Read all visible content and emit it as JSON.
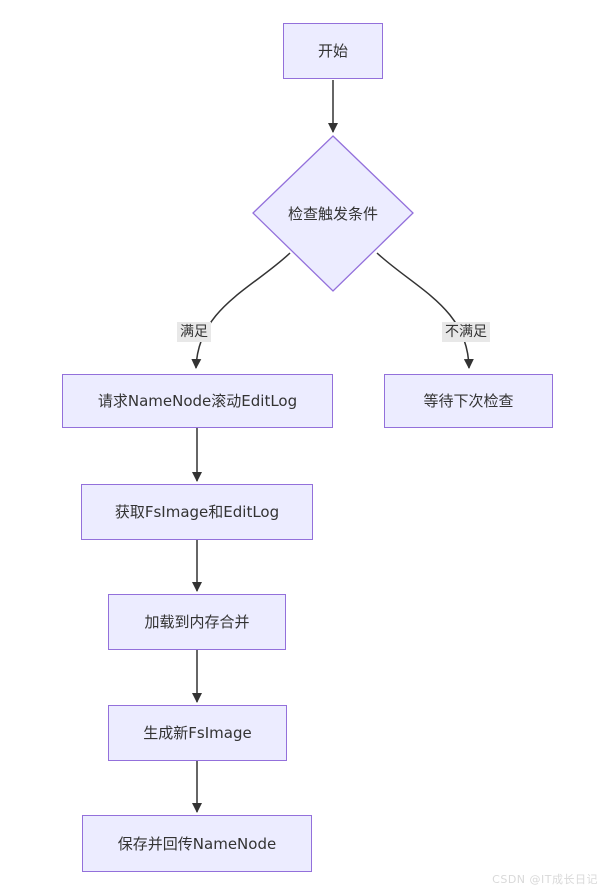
{
  "diagram": {
    "nodes": {
      "start": {
        "label": "开始"
      },
      "decision": {
        "label": "检查触发条件"
      },
      "request_editlog": {
        "label": "请求NameNode滚动EditLog"
      },
      "wait_next_check": {
        "label": "等待下次检查"
      },
      "get_fsimage": {
        "label": "获取FsImage和EditLog"
      },
      "merge_in_memory": {
        "label": "加载到内存合并"
      },
      "generate_fsimage": {
        "label": "生成新FsImage"
      },
      "save_and_return": {
        "label": "保存并回传NameNode"
      }
    },
    "edge_labels": {
      "satisfied": "满足",
      "not_satisfied": "不满足"
    },
    "colors": {
      "node_fill": "#ECECFF",
      "node_border": "#9370DB",
      "edge_stroke": "#333333",
      "edge_label_bg": "#e8e8e8",
      "text": "#333333"
    }
  },
  "watermark": {
    "text": "CSDN @IT成长日记"
  }
}
